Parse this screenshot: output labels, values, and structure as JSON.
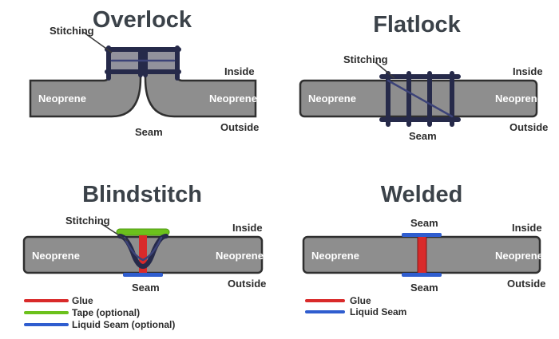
{
  "colors": {
    "glue": "#d92a2a",
    "tape": "#6cc11c",
    "liquid_seam": "#2f5dcf",
    "neoprene": "#8e8e8e",
    "stitching": "#262a4a",
    "title": "#3b4249"
  },
  "overlock": {
    "title": "Overlock",
    "stitching": "Stitching",
    "inside": "Inside",
    "outside": "Outside",
    "seam": "Seam",
    "neoprene_left": "Neoprene",
    "neoprene_right": "Neoprene"
  },
  "flatlock": {
    "title": "Flatlock",
    "stitching": "Stitching",
    "inside": "Inside",
    "outside": "Outside",
    "seam": "Seam",
    "neoprene_left": "Neoprene",
    "neoprene_right": "Neoprene"
  },
  "blindstitch": {
    "title": "Blindstitch",
    "stitching": "Stitching",
    "inside": "Inside",
    "outside": "Outside",
    "seam": "Seam",
    "neoprene_left": "Neoprene",
    "neoprene_right": "Neoprene",
    "legend": [
      "Glue",
      "Tape (optional)",
      "Liquid Seam (optional)"
    ]
  },
  "welded": {
    "title": "Welded",
    "inside": "Inside",
    "outside": "Outside",
    "seam_top": "Seam",
    "seam_bottom": "Seam",
    "neoprene_left": "Neoprene",
    "neoprene_right": "Neoprene",
    "legend": [
      "Glue",
      "Liquid Seam"
    ]
  }
}
